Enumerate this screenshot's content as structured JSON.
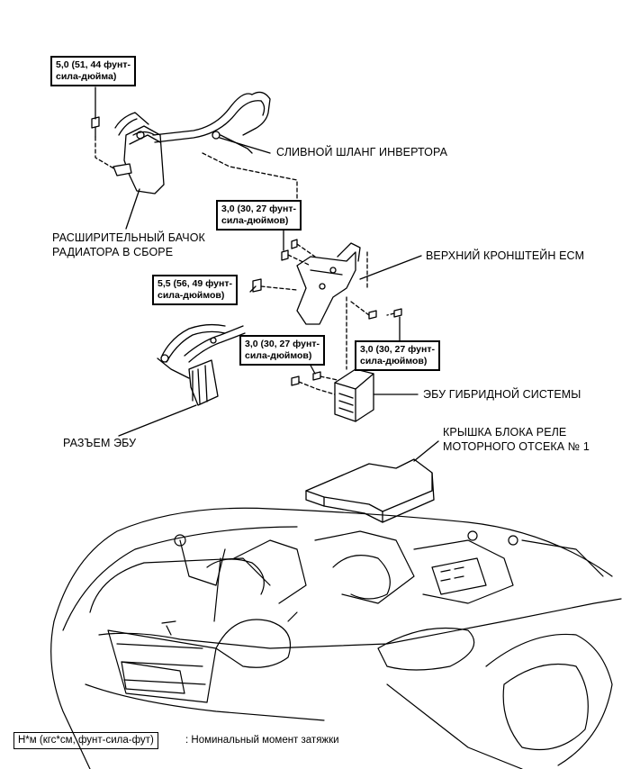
{
  "torque_labels": {
    "tank_bolt": [
      "5,0 (51, 44 фунт-",
      "сила-дюйма)"
    ],
    "bracket_upper_bolt": [
      "3,0 (30, 27 фунт-",
      "сила-дюймов)"
    ],
    "bracket_left_bolt": [
      "5,5 (56, 49 фунт-",
      "сила-дюймов)"
    ],
    "ecu_bolt": [
      "3,0 (30, 27 фунт-",
      "сила-дюймов)"
    ],
    "bracket_right_bolt": [
      "3,0 (30, 27 фунт-",
      "сила-дюймов)"
    ]
  },
  "part_labels": {
    "inverter_hose": "СЛИВНОЙ ШЛАНГ ИНВЕРТОРА",
    "reservoir": [
      "РАСШИРИТЕЛЬНЫЙ БАЧОК",
      "РАДИАТОРА В СБОРЕ"
    ],
    "ecm_bracket": "ВЕРХНИЙ КРОНШТЕЙН ECM",
    "hybrid_ecu": "ЭБУ ГИБРИДНОЙ СИСТЕМЫ",
    "ecu_connector": "РАЗЪЕМ ЭБУ",
    "relay_cover": [
      "КРЫШКА БЛОКА РЕЛЕ",
      "МОТОРНОГО ОТСЕКА № 1"
    ]
  },
  "legend": {
    "unit_box": "Н*м (кгс*см, фунт-сила-фут)",
    "description": ": Номинальный момент затяжки"
  }
}
